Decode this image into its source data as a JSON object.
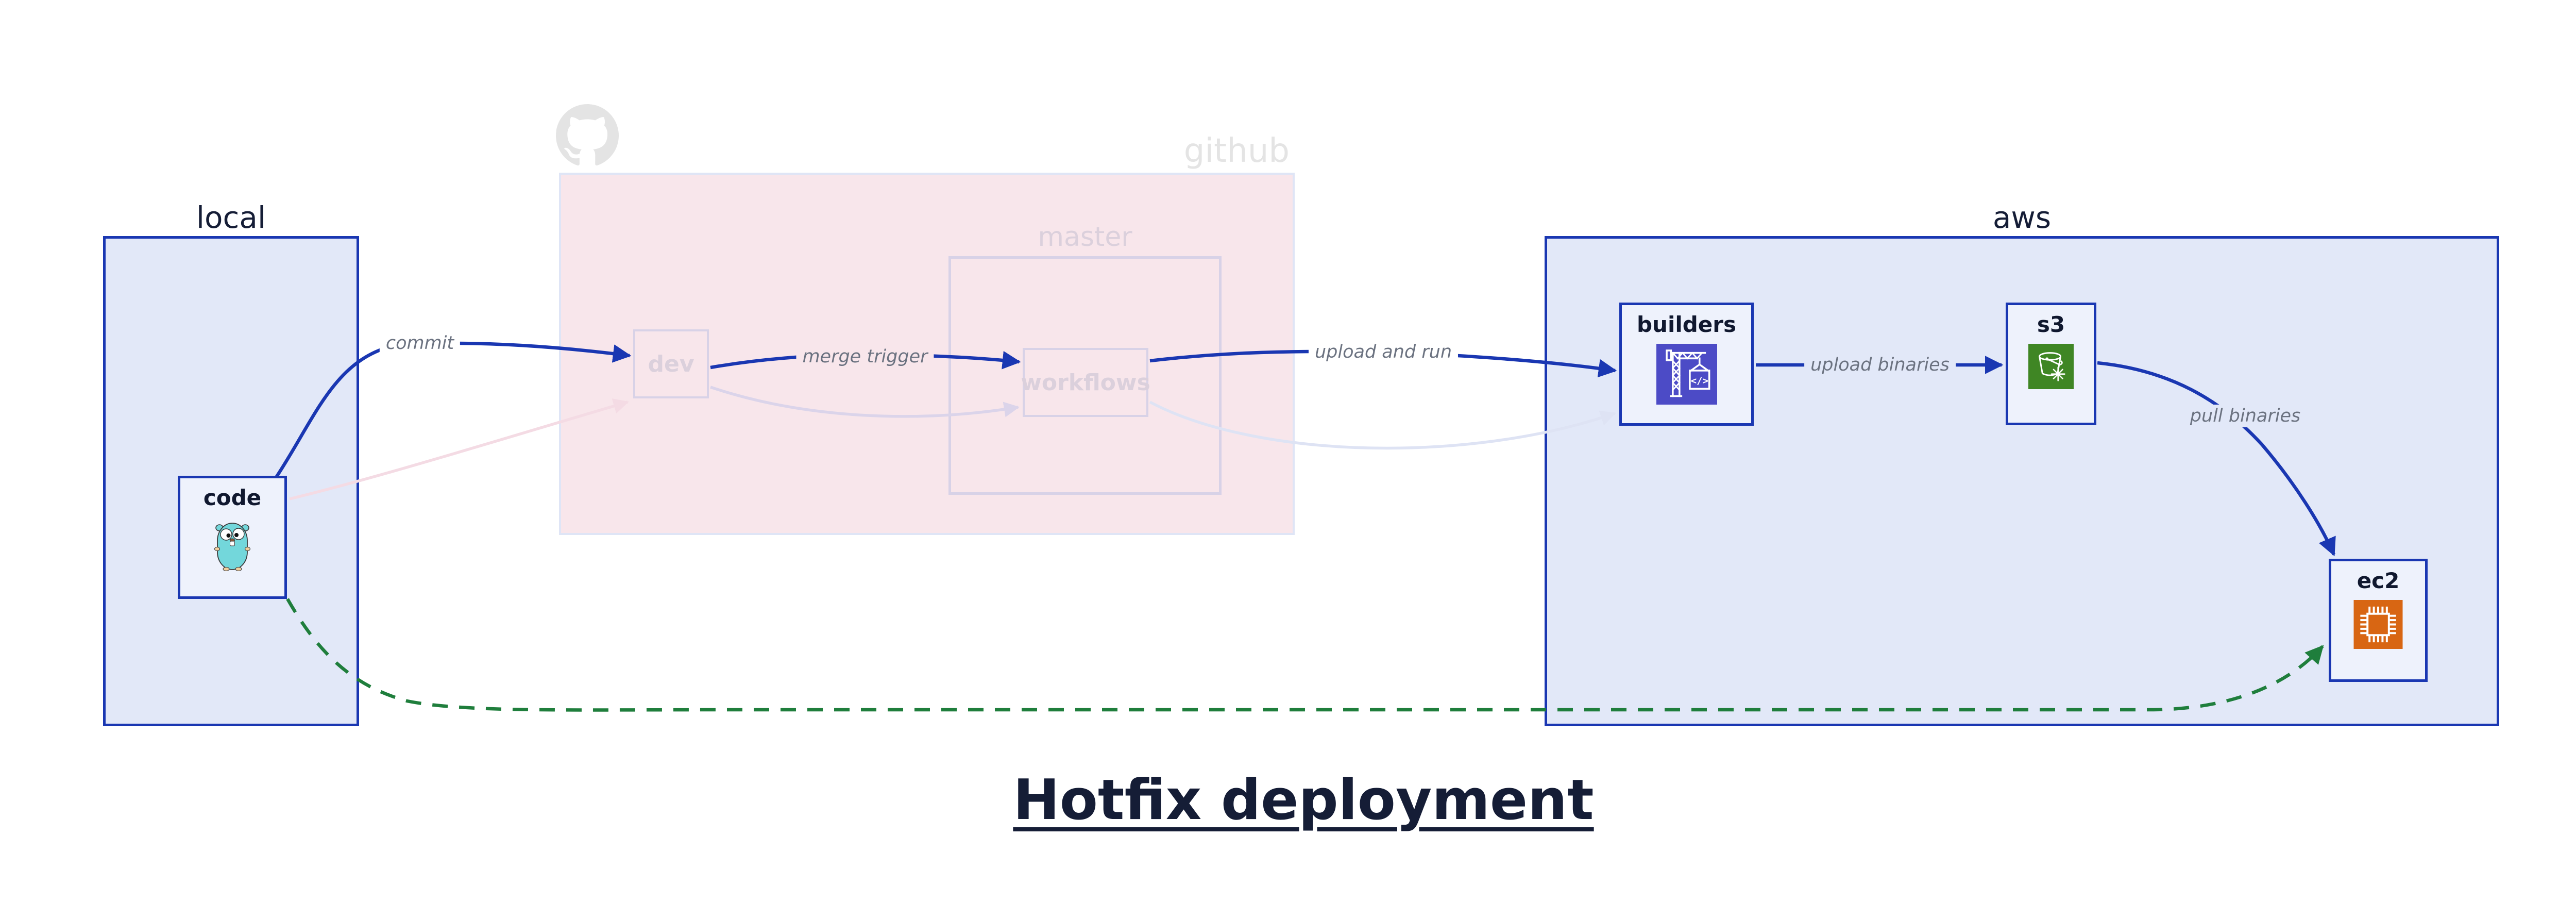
{
  "diagram_title": "Hotfix deployment",
  "regions": {
    "local": {
      "label": "local"
    },
    "github": {
      "label": "github",
      "logo_icon": "github-octocat-logo",
      "faded": true,
      "branch": {
        "label": "master"
      }
    },
    "aws": {
      "label": "aws"
    }
  },
  "nodes": {
    "code": {
      "label": "code",
      "icon": "go-gopher-icon",
      "region": "local"
    },
    "dev": {
      "label": "dev",
      "region": "github.master",
      "faded": true
    },
    "workflows": {
      "label": "workflows",
      "region": "github.master",
      "faded": true
    },
    "builders": {
      "label": "builders",
      "icon": "codebuild-crane-icon",
      "icon_text": "</>",
      "region": "aws"
    },
    "s3": {
      "label": "s3",
      "icon": "s3-glacier-bucket-icon",
      "region": "aws"
    },
    "ec2": {
      "label": "ec2",
      "icon": "ec2-chip-icon",
      "region": "aws"
    }
  },
  "edges": [
    {
      "id": "commit",
      "from": "code",
      "to": "dev",
      "label": "commit",
      "style": "solid",
      "color": "#1a37b2"
    },
    {
      "id": "merge-trigger",
      "from": "dev",
      "to": "workflows",
      "label": "merge trigger",
      "style": "solid",
      "color": "#1a37b2"
    },
    {
      "id": "upload-and-run",
      "from": "workflows",
      "to": "builders",
      "label": "upload and run",
      "style": "solid",
      "color": "#1a37b2"
    },
    {
      "id": "upload-binaries",
      "from": "builders",
      "to": "s3",
      "label": "upload binaries",
      "style": "solid",
      "color": "#1a37b2"
    },
    {
      "id": "pull-binaries",
      "from": "s3",
      "to": "ec2",
      "label": "pull binaries",
      "style": "solid",
      "color": "#1a37b2"
    },
    {
      "id": "code-dev-faded",
      "from": "code",
      "to": "dev",
      "label": "",
      "style": "faded",
      "color": "#f4dbe4"
    },
    {
      "id": "dev-workflows-faded",
      "from": "dev",
      "to": "workflows",
      "label": "",
      "style": "faded",
      "color": "#dbd4ea"
    },
    {
      "id": "workflows-builders-faded",
      "from": "workflows",
      "to": "builders",
      "label": "",
      "style": "faded",
      "color": "#dee3f4"
    },
    {
      "id": "hotfix-direct-deploy",
      "from": "code",
      "to": "ec2",
      "label": "",
      "style": "dashed",
      "color": "#1f7e3c"
    }
  ],
  "colors": {
    "highlight_blue": "#1a37b2",
    "region_fill_blue": "#e2e8f8",
    "node_fill": "#eef2fc",
    "github_region_fill": "#f8e6eb",
    "github_region_border": "#dfe5f6",
    "faded_border": "#d8d2e7",
    "faded_text": "#dbd0dc",
    "github_logo_gray": "#e4e4e4",
    "edge_label_gray": "#6b7280",
    "title_navy": "#151d36",
    "hotfix_green": "#1f7e3c",
    "codebuild_indigo": "#4c4bc6",
    "s3_green": "#3f8624",
    "ec2_orange": "#d86613",
    "gopher_teal": "#73d7db"
  }
}
